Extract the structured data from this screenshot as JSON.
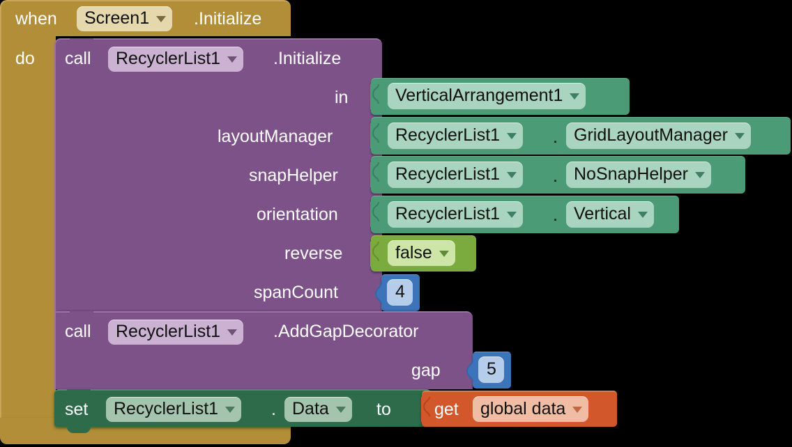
{
  "canvas": {
    "background": "#000000"
  },
  "colors": {
    "event_gold": "#b18e37",
    "method_purple": "#7d5289",
    "property_green": "#4a9b76",
    "logic_light_green": "#7bab3e",
    "math_blue": "#3d73b8",
    "setter_green": "#2d6b4a",
    "variable_orange": "#d2572a"
  },
  "event_block": {
    "keyword": "when",
    "component": "Screen1",
    "event": ".Initialize",
    "do_label": "do"
  },
  "call_initialize": {
    "keyword": "call",
    "component": "RecyclerList1",
    "method": ".Initialize",
    "params": [
      {
        "name": "in",
        "type": "component-getter",
        "value": "VerticalArrangement1"
      },
      {
        "name": "layoutManager",
        "type": "helper-dropdown",
        "owner": "RecyclerList1",
        "dot": ".",
        "value": "GridLayoutManager"
      },
      {
        "name": "snapHelper",
        "type": "helper-dropdown",
        "owner": "RecyclerList1",
        "dot": ".",
        "value": "NoSnapHelper"
      },
      {
        "name": "orientation",
        "type": "helper-dropdown",
        "owner": "RecyclerList1",
        "dot": ".",
        "value": "Vertical"
      },
      {
        "name": "reverse",
        "type": "logic",
        "value": "false"
      },
      {
        "name": "spanCount",
        "type": "number",
        "value": "4"
      }
    ]
  },
  "call_addgapdecorator": {
    "keyword": "call",
    "component": "RecyclerList1",
    "method": ".AddGapDecorator",
    "params": [
      {
        "name": "gap",
        "type": "number",
        "value": "5"
      }
    ]
  },
  "setter": {
    "keyword": "set",
    "component": "RecyclerList1",
    "dot": ".",
    "property": "Data",
    "to_label": "to",
    "value_block": {
      "keyword": "get",
      "variable": "global data"
    }
  },
  "icons": {
    "dropdown": "chevron-down-icon"
  }
}
